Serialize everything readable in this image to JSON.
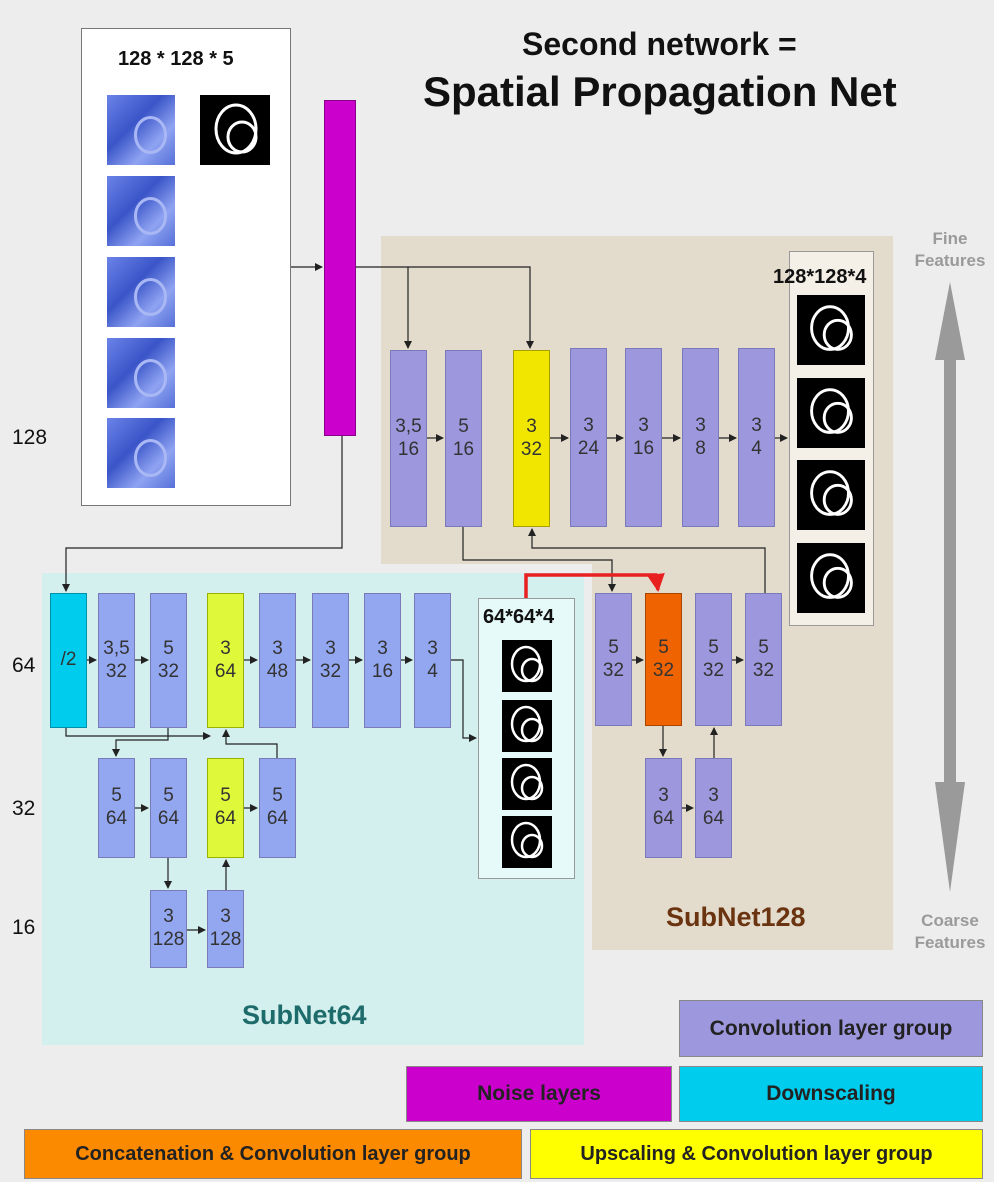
{
  "title": {
    "line1": "Second network =",
    "line2": "Spatial Propagation Net"
  },
  "input_label": "128 * 128 * 5",
  "output128_label": "128*128*4",
  "output64_label": "64*64*4",
  "scale_labels": {
    "s128": "128",
    "s64": "64",
    "s32": "32",
    "s16": "16"
  },
  "feature_axis": {
    "fine": "Fine\nFeatures",
    "coarse": "Coarse\nFeatures"
  },
  "subnet128_label": "SubNet128",
  "subnet64_label": "SubNet64",
  "subnet128_layers": [
    {
      "k": "3,5",
      "c": "16"
    },
    {
      "k": "5",
      "c": "16"
    },
    {
      "k": "3",
      "c": "32"
    },
    {
      "k": "3",
      "c": "24"
    },
    {
      "k": "3",
      "c": "16"
    },
    {
      "k": "3",
      "c": "8"
    },
    {
      "k": "3",
      "c": "4"
    }
  ],
  "subnet128_lower": [
    {
      "k": "5",
      "c": "32"
    },
    {
      "k": "5",
      "c": "32"
    },
    {
      "k": "5",
      "c": "32"
    },
    {
      "k": "5",
      "c": "32"
    }
  ],
  "subnet128_bottom": [
    {
      "k": "3",
      "c": "64"
    },
    {
      "k": "3",
      "c": "64"
    }
  ],
  "subnet64_down": {
    "label": "/2"
  },
  "subnet64_layers": [
    {
      "k": "3,5",
      "c": "32"
    },
    {
      "k": "5",
      "c": "32"
    },
    {
      "k": "3",
      "c": "64"
    },
    {
      "k": "3",
      "c": "48"
    },
    {
      "k": "3",
      "c": "32"
    },
    {
      "k": "3",
      "c": "16"
    },
    {
      "k": "3",
      "c": "4"
    }
  ],
  "subnet64_level32": [
    {
      "k": "5",
      "c": "64"
    },
    {
      "k": "5",
      "c": "64"
    },
    {
      "k": "5",
      "c": "64"
    },
    {
      "k": "5",
      "c": "64"
    }
  ],
  "subnet64_level16": [
    {
      "k": "3",
      "c": "128"
    },
    {
      "k": "3",
      "c": "128"
    }
  ],
  "legend": {
    "conv": "Convolution layer group",
    "noise": "Noise layers",
    "down": "Downscaling",
    "concat": "Concatenation & Convolution layer group",
    "up": "Upscaling & Convolution layer group"
  },
  "colors": {
    "conv": "#9d98dd",
    "noise": "#cc00cc",
    "down": "#00ccee",
    "concat": "#ef6400",
    "up": "#f0e600",
    "subnet128_text": "#6b3410",
    "subnet64_text": "#1e6b6b"
  }
}
